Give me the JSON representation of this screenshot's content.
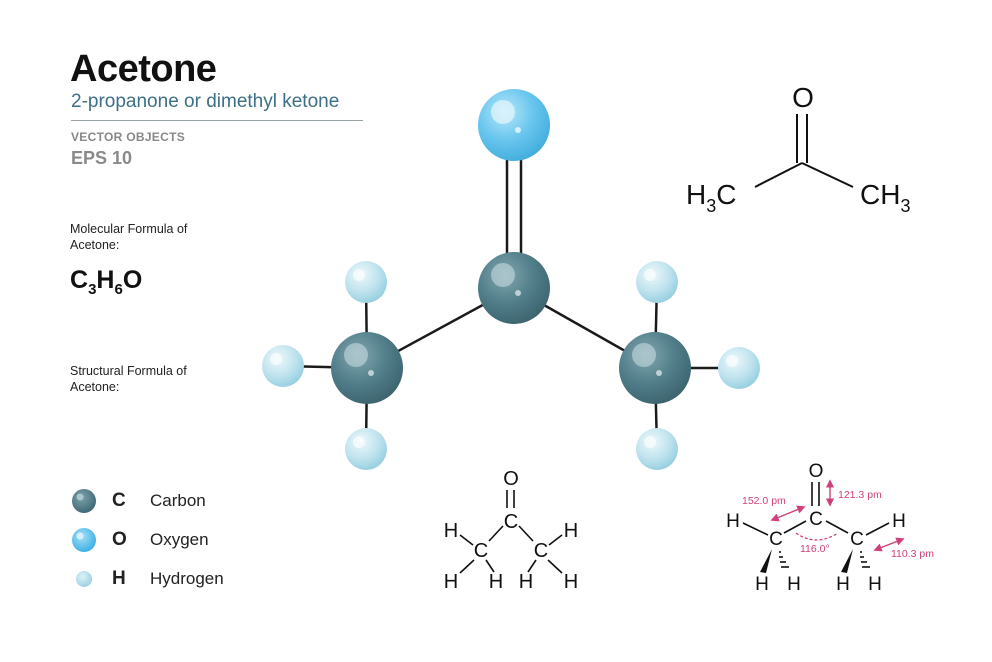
{
  "header": {
    "title": "Acetone",
    "subtitle": "2-propanone or dimethyl ketone",
    "vector_label": "VECTOR OBJECTS",
    "eps_label": "EPS 10"
  },
  "molecular": {
    "label": "Molecular Formula of Acetone:",
    "formula_parts": [
      {
        "text": "C",
        "sub": "3"
      },
      {
        "text": "H",
        "sub": "6"
      },
      {
        "text": "O",
        "sub": ""
      }
    ]
  },
  "structural": {
    "label": "Structural  Formula of Acetone:"
  },
  "legend": [
    {
      "symbol": "C",
      "name": "Carbon",
      "icon": "carbon-sphere-icon",
      "color": "#4f7c87"
    },
    {
      "symbol": "O",
      "name": "Oxygen",
      "icon": "oxygen-sphere-icon",
      "color": "#5bbfea"
    },
    {
      "symbol": "H",
      "name": "Hydrogen",
      "icon": "hydrogen-sphere-icon",
      "color": "#a9dbe8"
    }
  ],
  "skeletal": {
    "o": "O",
    "h": "H",
    "c": "C",
    "sub3": "3"
  },
  "annotations": {
    "co_bond": "121.3 pm",
    "cc_bond": "152.0 pm",
    "ch_bond": "110.3 pm",
    "angle": "116.0°"
  },
  "colors": {
    "accent": "#3d6f86",
    "dimension": "#d0407a",
    "carbon": "#4f7c87",
    "oxygen": "#5bbfea",
    "hydrogen": "#a9dbe8"
  }
}
